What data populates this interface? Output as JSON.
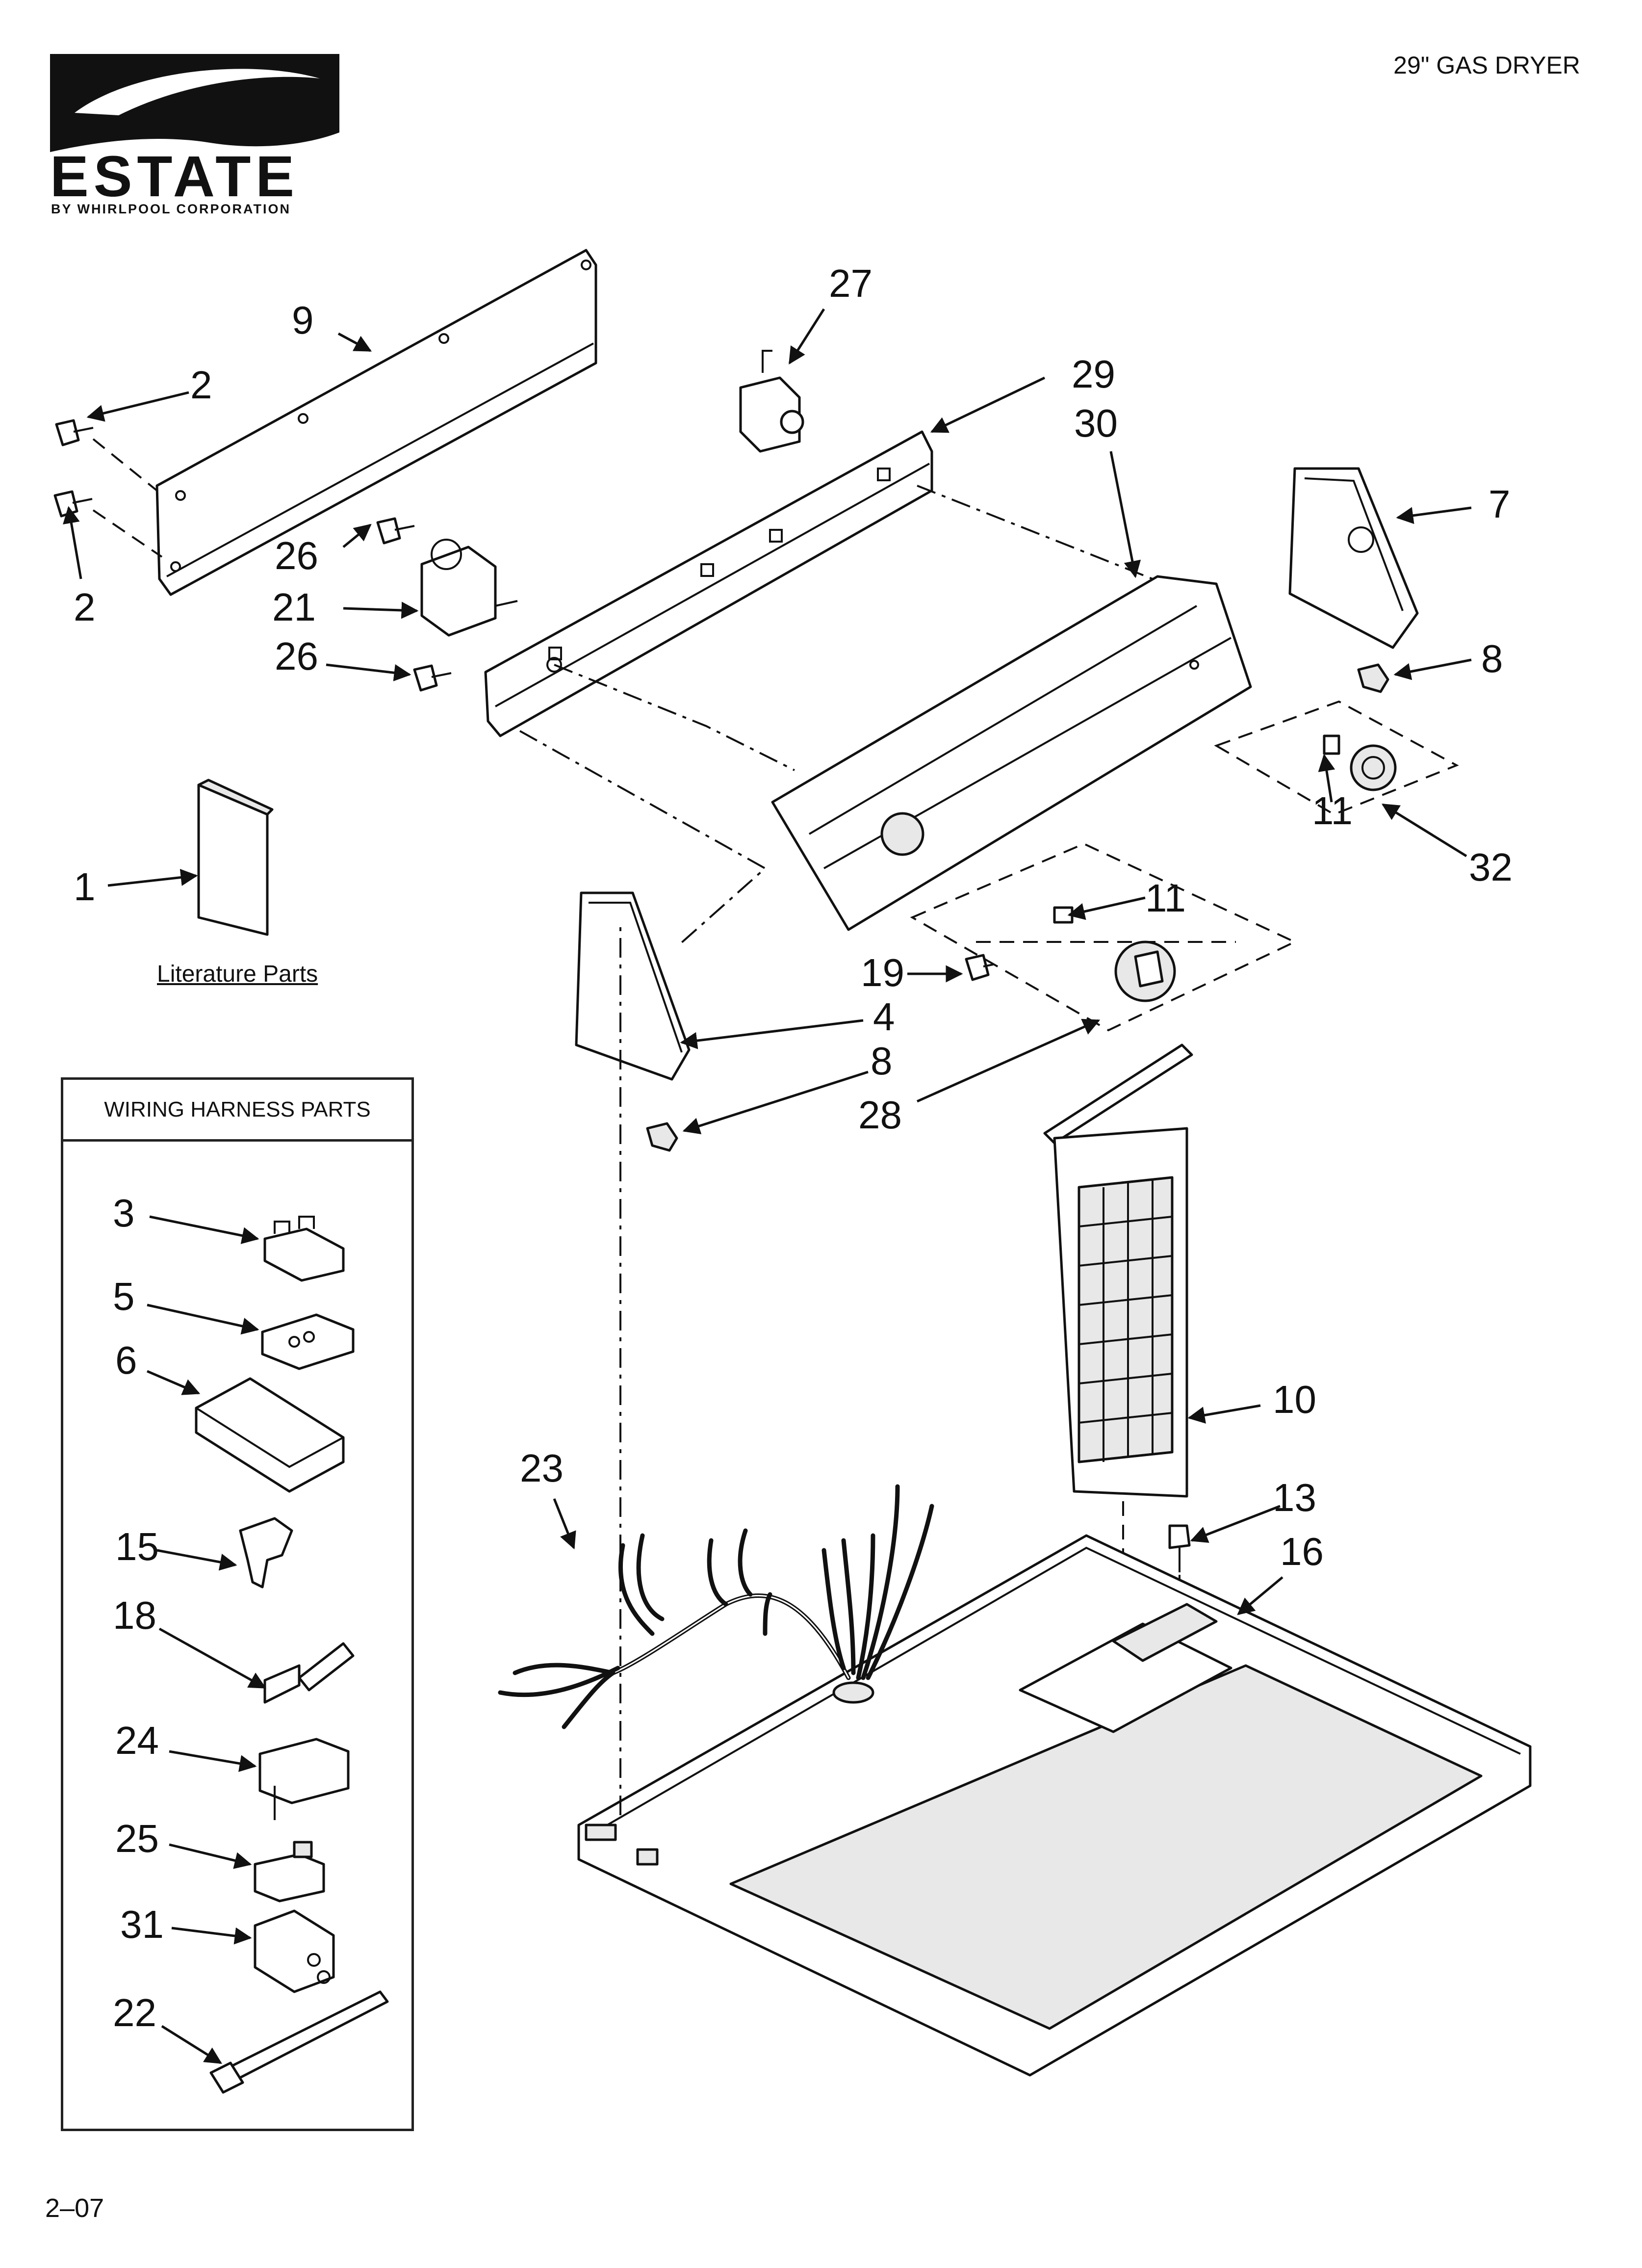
{
  "brand": {
    "name": "ESTATE",
    "subtitle": "BY WHIRLPOOL CORPORATION"
  },
  "header": {
    "title": "29\" GAS DRYER"
  },
  "footer": {
    "code": "2–07"
  },
  "literature": {
    "caption": "Literature Parts"
  },
  "harness_box": {
    "title": "WIRING HARNESS PARTS"
  },
  "callouts": [
    "1",
    "2",
    "2",
    "3",
    "4",
    "5",
    "6",
    "7",
    "8",
    "8",
    "9",
    "10",
    "11",
    "11",
    "13",
    "15",
    "16",
    "18",
    "19",
    "21",
    "22",
    "23",
    "24",
    "25",
    "26",
    "26",
    "27",
    "28",
    "29",
    "30",
    "31",
    "32"
  ],
  "icons": [
    "screw-icon",
    "cabinet-top-icon",
    "control-panel-icon",
    "console-icon",
    "end-cap-icon",
    "knob-icon",
    "filter-icon",
    "harness-icon",
    "timer-icon",
    "switch-icon",
    "literature-booklet-icon",
    "connector-icon",
    "tie-strap-icon"
  ]
}
